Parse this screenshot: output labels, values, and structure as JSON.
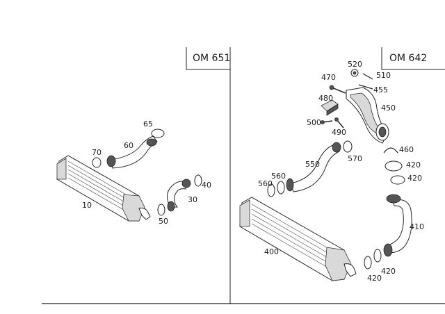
{
  "engines": {
    "left": "OM 651",
    "right": "OM 642"
  },
  "left_labels": {
    "p65": "65",
    "p60": "60",
    "p70": "70",
    "p10": "10",
    "p40": "40",
    "p30": "30",
    "p50": "50"
  },
  "right_labels": {
    "p520": "520",
    "p510": "510",
    "p470": "470",
    "p455": "455",
    "p480": "480",
    "p450": "450",
    "p500": "500",
    "p490": "490",
    "p460": "460",
    "p550": "550",
    "p570": "570",
    "p420a": "420",
    "p420b": "420",
    "p560a": "560",
    "p560b": "560",
    "p410": "410",
    "p400": "400",
    "p420c": "420",
    "p420d": "420"
  }
}
